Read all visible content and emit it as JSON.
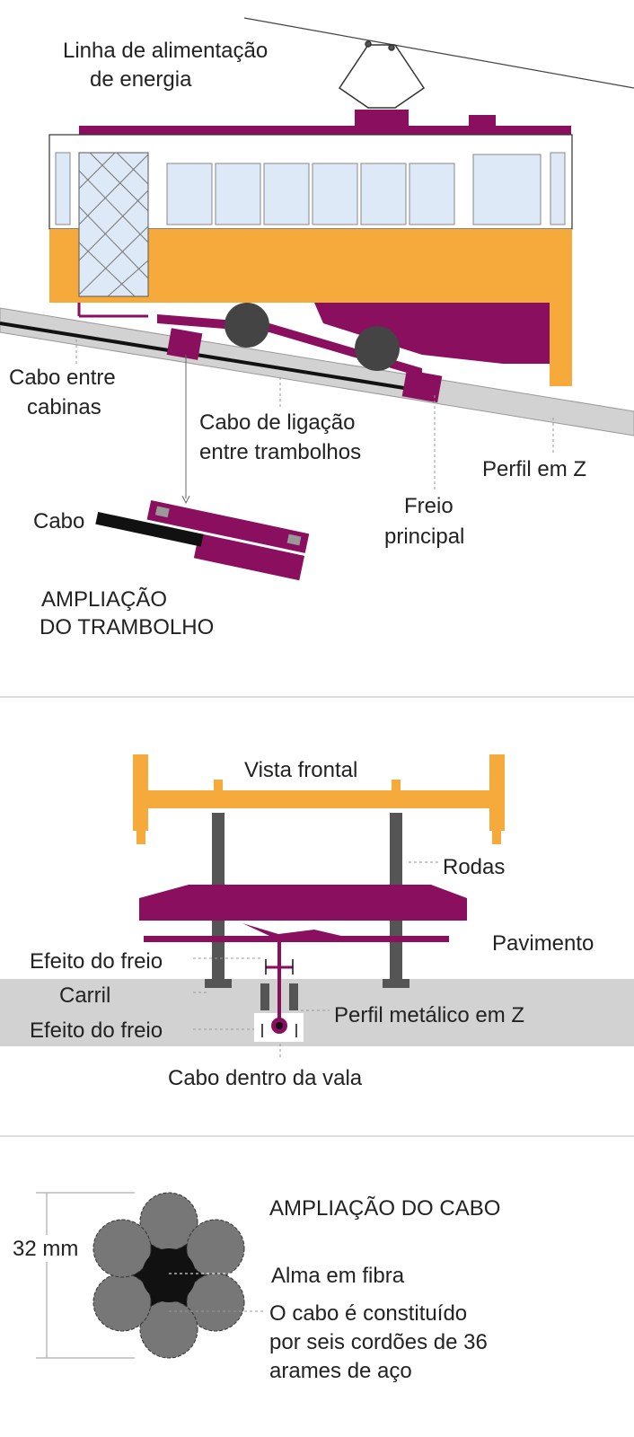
{
  "colors": {
    "purple": "#8a0f5e",
    "orange": "#f6aa3c",
    "window": "#dde9f6",
    "ground": "#d2d2d2",
    "steel": "#555555"
  },
  "section_tram": {
    "power_line": [
      "Linha de alimentação",
      "de energia"
    ],
    "cable_between_cabins": [
      "Cabo entre",
      "cabinas"
    ],
    "link_cable": [
      "Cabo de ligação",
      "entre trambolhos"
    ],
    "z_profile": "Perfil em Z",
    "main_brake": [
      "Freio",
      "principal"
    ],
    "cable": "Cabo",
    "zoom_title": [
      "AMPLIAÇÃO",
      "DO TRAMBOLHO"
    ]
  },
  "section_front": {
    "title": "Vista frontal",
    "wheels": "Rodas",
    "pavement": "Pavimento",
    "brake_effect_top": "Efeito do freio",
    "rail": "Carril",
    "metal_profile": "Perfil metálico em Z",
    "brake_effect_bottom": "Efeito do freio",
    "cable_in_trench": "Cabo dentro da vala"
  },
  "section_cable": {
    "title": "AMPLIAÇÃO DO CABO",
    "diameter": "32 mm",
    "core": "Alma em fibra",
    "description": [
      "O cabo é constituído",
      "por seis cordões de 36",
      "arames de aço"
    ]
  }
}
